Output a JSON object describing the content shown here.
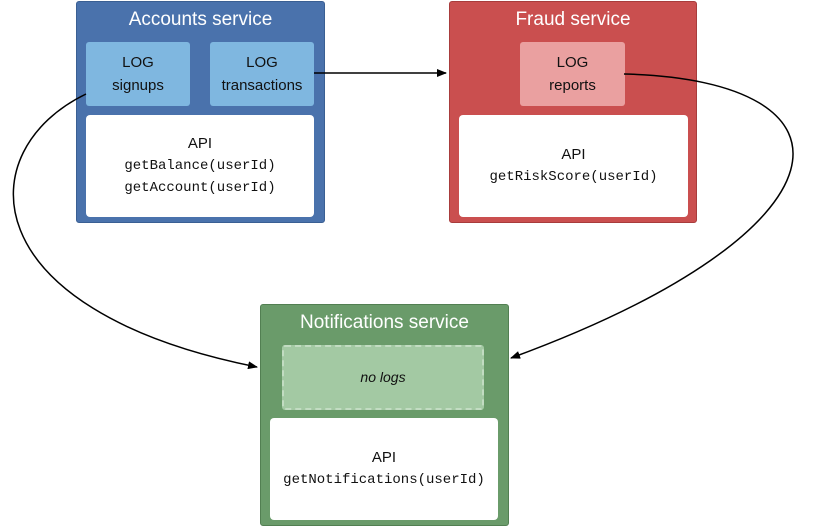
{
  "services": {
    "accounts": {
      "title": "Accounts service",
      "logs": [
        {
          "label": "LOG",
          "name": "signups"
        },
        {
          "label": "LOG",
          "name": "transactions"
        }
      ],
      "api": {
        "label": "API",
        "methods": [
          "getBalance(userId)",
          "getAccount(userId)"
        ]
      }
    },
    "fraud": {
      "title": "Fraud service",
      "logs": [
        {
          "label": "LOG",
          "name": "reports"
        }
      ],
      "api": {
        "label": "API",
        "methods": [
          "getRiskScore(userId)"
        ]
      }
    },
    "notifications": {
      "title": "Notifications service",
      "no_logs": "no logs",
      "api": {
        "label": "API",
        "methods": [
          "getNotifications(userId)"
        ]
      }
    }
  },
  "colors": {
    "accounts_fill": "#4a72ac",
    "accounts_log": "#7fb7e0",
    "fraud_fill": "#ca4f4f",
    "fraud_log": "#eaa0a0",
    "notifications_fill": "#6a9b6a",
    "notifications_placeholder": "#a3c9a3",
    "arrow": "#000000"
  }
}
